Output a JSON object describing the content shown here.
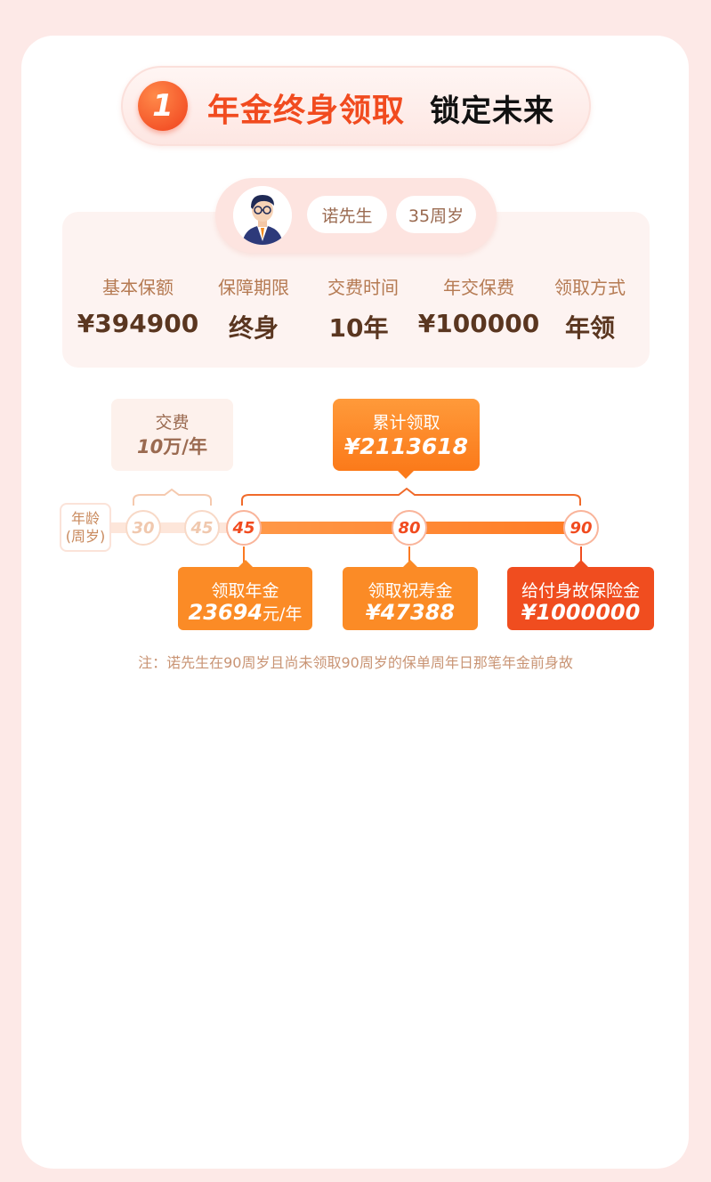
{
  "header": {
    "step_number": "1",
    "title_main": "年金终身领取",
    "title_sub": "锁定未来"
  },
  "user": {
    "name": "诺先生",
    "age": "35周岁",
    "avatar_icon": "businessman-avatar-icon"
  },
  "policy": [
    {
      "label": "基本保额",
      "value": "¥394900"
    },
    {
      "label": "保障期限",
      "value": "终身"
    },
    {
      "label": "交费时间",
      "value": "10年"
    },
    {
      "label": "年交保费",
      "value": "¥100000"
    },
    {
      "label": "领取方式",
      "value": "年领"
    }
  ],
  "timeline": {
    "age_label_line1": "年龄",
    "age_label_line2": "(周岁)",
    "payment": {
      "label": "交费",
      "amount_num": "10",
      "amount_unit": "万/年"
    },
    "cumulative": {
      "label": "累计领取",
      "amount": "¥2113618"
    },
    "ages": [
      "30",
      "45",
      "45",
      "80",
      "90"
    ],
    "annuity": {
      "label": "领取年金",
      "amount": "23694",
      "unit": "元/年"
    },
    "longevity": {
      "label": "领取祝寿金",
      "amount": "¥47388"
    },
    "death": {
      "label": "给付身故保险金",
      "amount": "¥1000000"
    }
  },
  "note": "注：诺先生在90周岁且尚未领取90周岁的保单周年日那笔年金前身故",
  "colors": {
    "accent_red": "#f14b1f",
    "accent_orange": "#fb8b26",
    "brown_text": "#5a3620",
    "background": "#fde9e7"
  }
}
